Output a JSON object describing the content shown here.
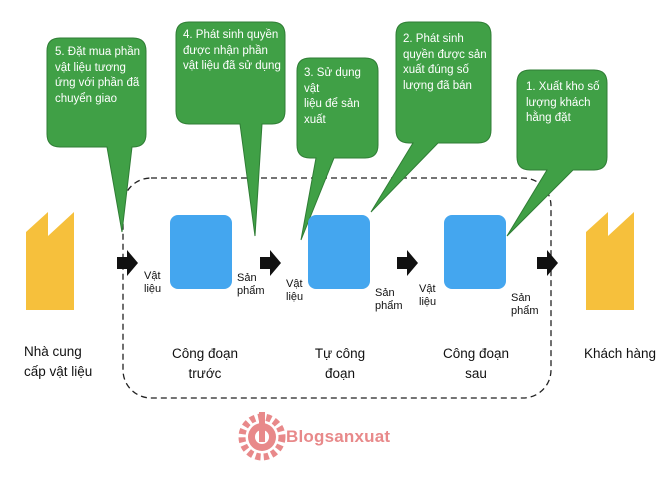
{
  "bubbles": [
    {
      "id": 5,
      "text": "5. Đặt mua phần\nvật liệu tương\nứng với phần đã\nchuyển giao"
    },
    {
      "id": 4,
      "text": "4. Phát sinh quyền\nđược nhận phần\nvật liệu đã sử dụng"
    },
    {
      "id": 3,
      "text": "3. Sử dụng vật\nliệu để sản\nxuất"
    },
    {
      "id": 2,
      "text": "2. Phát sinh\nquyền được sản\nxuất đúng số\nlượng đã bán"
    },
    {
      "id": 1,
      "text": "1. Xuất kho số\nlượng khách\nhằng đặt"
    }
  ],
  "parties": {
    "supplier": "Nhà cung\ncấp vật liệu",
    "customer": "Khách hàng"
  },
  "stages": [
    {
      "name": "Công đoạn\ntrước",
      "input": "Vật\nliệu",
      "output": "Sản\nphẩm"
    },
    {
      "name": "Tự công\nđoạn",
      "input": "Vật\nliệu",
      "output": "Sản\nphẩm"
    },
    {
      "name": "Công đoạn\nsau",
      "input": "Vật\nliệu",
      "output": "Sản\nphẩm"
    }
  ],
  "watermark": "Blogsanxuat",
  "colors": {
    "bubble_fill": "#40a046",
    "bubble_stroke": "#2f7d35",
    "process_box": "#44a6ef",
    "factory": "#f6c03c",
    "arrow": "#111111",
    "dashed_border": "#222222",
    "watermark": "#e8898a"
  }
}
